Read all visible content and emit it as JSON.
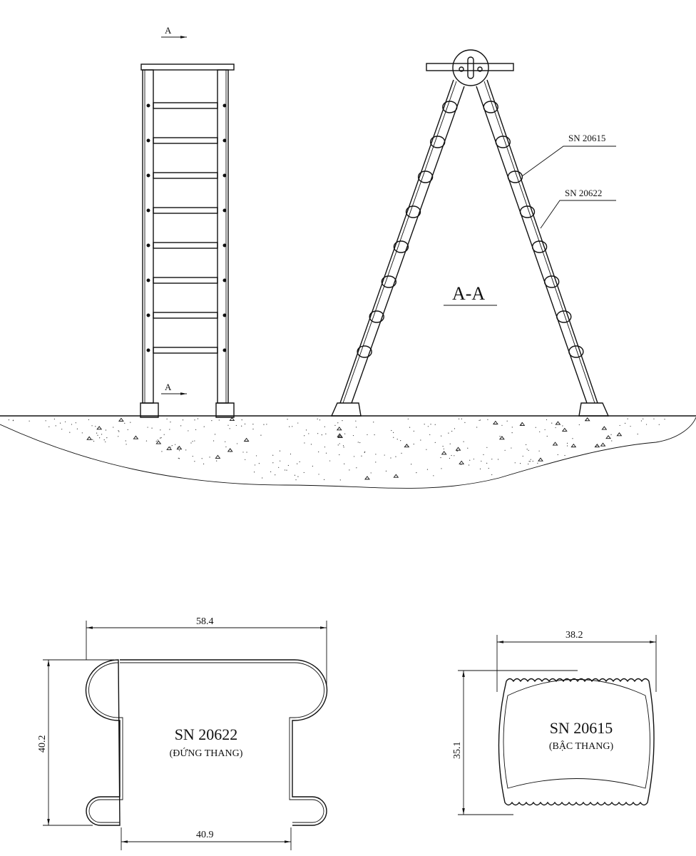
{
  "front_view": {
    "section_marker_top": "A",
    "section_marker_bottom": "A"
  },
  "side_view": {
    "title": "A-A",
    "callouts": [
      {
        "label": "SN 20615"
      },
      {
        "label": "SN 20622"
      }
    ]
  },
  "profile_upright": {
    "code": "SN 20622",
    "name": "(ĐỨNG THANG)",
    "dim_width_top": "58.4",
    "dim_width_bottom": "40.9",
    "dim_height": "40.2"
  },
  "profile_rung": {
    "code": "SN 20615",
    "name": "(BẬC THANG)",
    "dim_width": "38.2",
    "dim_height": "35.1"
  },
  "colors": {
    "line": "#111111",
    "background": "#ffffff"
  }
}
